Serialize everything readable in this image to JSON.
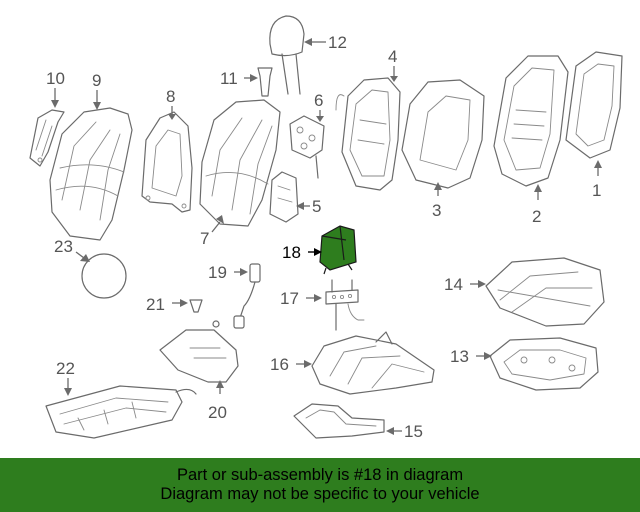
{
  "callouts": {
    "c1": "1",
    "c2": "2",
    "c3": "3",
    "c4": "4",
    "c5": "5",
    "c6": "6",
    "c7": "7",
    "c8": "8",
    "c9": "9",
    "c10": "10",
    "c11": "11",
    "c12": "12",
    "c13": "13",
    "c14": "14",
    "c15": "15",
    "c16": "16",
    "c17": "17",
    "c18": "18",
    "c19": "19",
    "c20": "20",
    "c21": "21",
    "c22": "22",
    "c23": "23"
  },
  "highlighted_part": "18",
  "colors": {
    "highlight_fill": "#2e7d1e",
    "footer_background": "#2e7d1e",
    "line_art": "#6b6b6b"
  },
  "footer": {
    "line1": "Part or sub-assembly is #18 in diagram",
    "line2": "Diagram may not be specific to your vehicle"
  }
}
